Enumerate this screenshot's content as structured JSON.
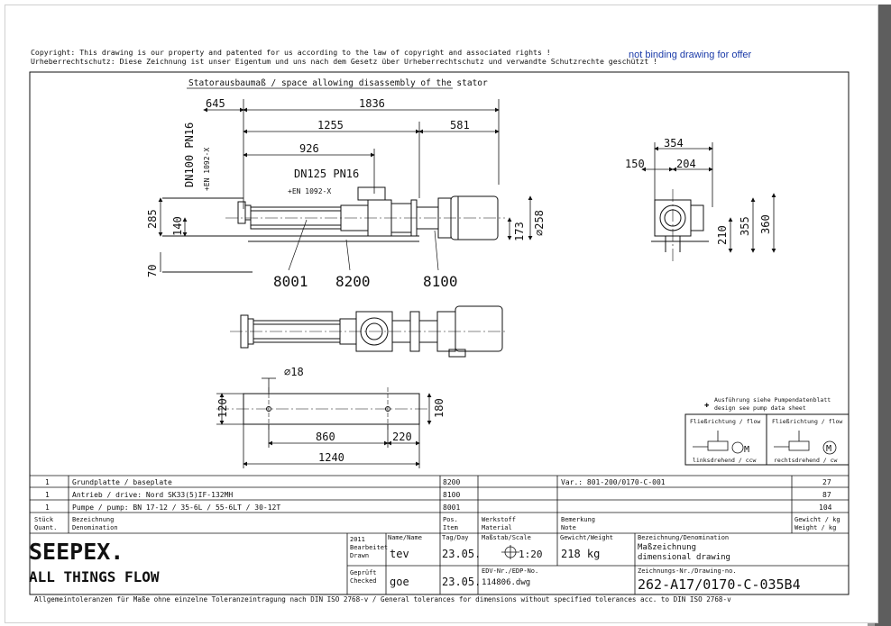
{
  "header": {
    "copyright_en": "Copyright: This drawing is our property and patented for us according to the law of copyright and associated rights !",
    "copyright_de": "Urheberrechtschutz: Diese Zeichnung ist unser Eigentum und uns nach dem Gesetz über Urheberrechtschutz und verwandte Schutzrechte geschützt !",
    "binding_note": "not binding drawing for offer"
  },
  "drawing": {
    "stator_note": "Statorausbaumaß / space allowing disassembly of the stator",
    "dims": {
      "d645": "645",
      "d1836": "1836",
      "d1255": "1255",
      "d581": "581",
      "d926": "926",
      "d285": "285",
      "d140": "140",
      "d70": "70",
      "d173": "173",
      "d258": "⌀258",
      "d354": "354",
      "d150": "150",
      "d204": "204",
      "d210": "210",
      "d355": "355",
      "d360": "360",
      "d18": "⌀18",
      "d120": "120",
      "d180": "180",
      "d860": "860",
      "d220": "220",
      "d1240": "1240"
    },
    "flanges": {
      "inlet": "DN100 PN16",
      "inlet_std": "+EN 1092-X",
      "outlet": "DN125 PN16",
      "outlet_std": "+EN 1092-X"
    },
    "items": {
      "i8001": "8001",
      "i8200": "8200",
      "i8100": "8100"
    },
    "legend": {
      "note_de": "Ausführung siehe Pumpendatenblatt",
      "note_en": "design see pump data sheet",
      "flow_label": "Fließrichtung / flow",
      "ccw": "linksdrehend / ccw",
      "cw": "rechtsdrehend / cw",
      "motor": "M"
    }
  },
  "parts_list": {
    "rows": [
      {
        "qty": "1",
        "desc": "Grundplatte / baseplate",
        "item": "8200",
        "material": "",
        "note": "Var.: 801-200/0170-C-001",
        "weight": "27"
      },
      {
        "qty": "1",
        "desc": "Antrieb / drive: Nord SK33(5)IF-132MH",
        "item": "8100",
        "material": "",
        "note": "",
        "weight": "87"
      },
      {
        "qty": "1",
        "desc": "Pumpe / pump: BN 17-12 / 35-6L / 55-6LT / 30-12T",
        "item": "8001",
        "material": "",
        "note": "",
        "weight": "104"
      }
    ],
    "headers": {
      "qty_de": "Stück",
      "qty_en": "Quant.",
      "desc_de": "Bezeichnung",
      "desc_en": "Denomination",
      "item_de": "Pos.",
      "item_en": "Item",
      "mat_de": "Werkstoff",
      "mat_en": "Material",
      "note_de": "Bemerkung",
      "note_en": "Note",
      "weight_de": "Gewicht / kg",
      "weight_en": "Weight / kg"
    }
  },
  "title_block": {
    "brand": "SEEPEX.",
    "slogan": "ALL THINGS FLOW",
    "year": "2011",
    "drawn_label_de": "Bearbeitet",
    "drawn_label_en": "Drawn",
    "checked_label_de": "Geprüft",
    "checked_label_en": "Checked",
    "name_label": "Name/Name",
    "day_label": "Tag/Day",
    "scale_label": "Maßstab/Scale",
    "weight_label": "Gewicht/Weight",
    "denom_label": "Bezeichnung/Denomination",
    "drawn_name": "tev",
    "drawn_day": "23.05.",
    "checked_name": "goe",
    "checked_day": "23.05.",
    "scale": "1:20",
    "weight": "218 kg",
    "denom_de": "Maßzeichnung",
    "denom_en": "dimensional drawing",
    "edv_label": "EDV-Nr./EDP-No.",
    "edv": "114806.dwg",
    "drawing_no_label": "Zeichnungs-Nr./Drawing-no.",
    "drawing_no": "262-A17/0170-C-035B4"
  },
  "footer": {
    "tolerances": "Allgemeintoleranzen für Maße ohne einzelne Toleranzeintragung nach DIN ISO 2768-v / General tolerances for dimensions without specified tolerances acc. to DIN ISO 2768-v"
  }
}
